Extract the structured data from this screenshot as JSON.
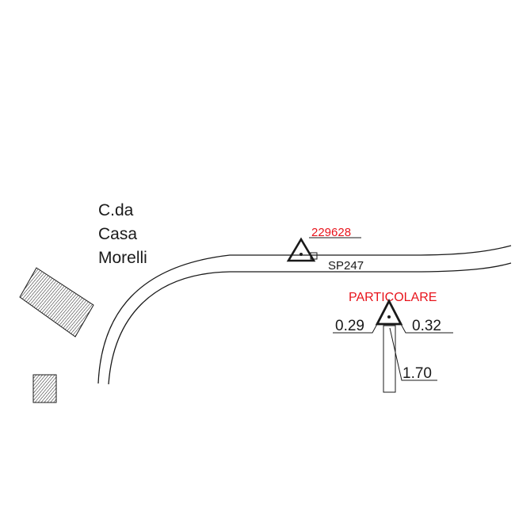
{
  "locality": {
    "line1": "C.da",
    "line2": "Casa",
    "line3": "Morelli"
  },
  "road": {
    "name": "SP247"
  },
  "benchmark": {
    "id": "229628"
  },
  "detail": {
    "title": "PARTICOLARE",
    "left_distance": "0.29",
    "right_distance": "0.32",
    "height": "1.70"
  },
  "colors": {
    "linework": "#1a1a1a",
    "annotation_red": "#e8141c",
    "background": "#ffffff"
  }
}
